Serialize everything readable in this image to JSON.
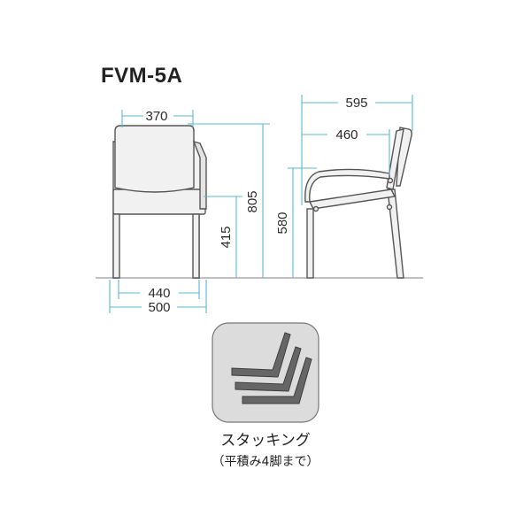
{
  "model": "FVM-5A",
  "dimensions": {
    "front_top_width": "370",
    "total_height": "805",
    "seat_height": "415",
    "inner_width": "440",
    "outer_width": "500",
    "total_depth": "595",
    "seat_depth": "460",
    "arm_height": "580"
  },
  "stacking": {
    "label": "スタッキング",
    "note": "（平積み4脚まで）"
  },
  "colors": {
    "chair_fill": "#f1f1f1",
    "chair_line": "#555555",
    "dim_line": "#5ab8d6",
    "icon_bg": "#dcdcdc",
    "icon_border": "#777777",
    "icon_fill": "#666666"
  }
}
